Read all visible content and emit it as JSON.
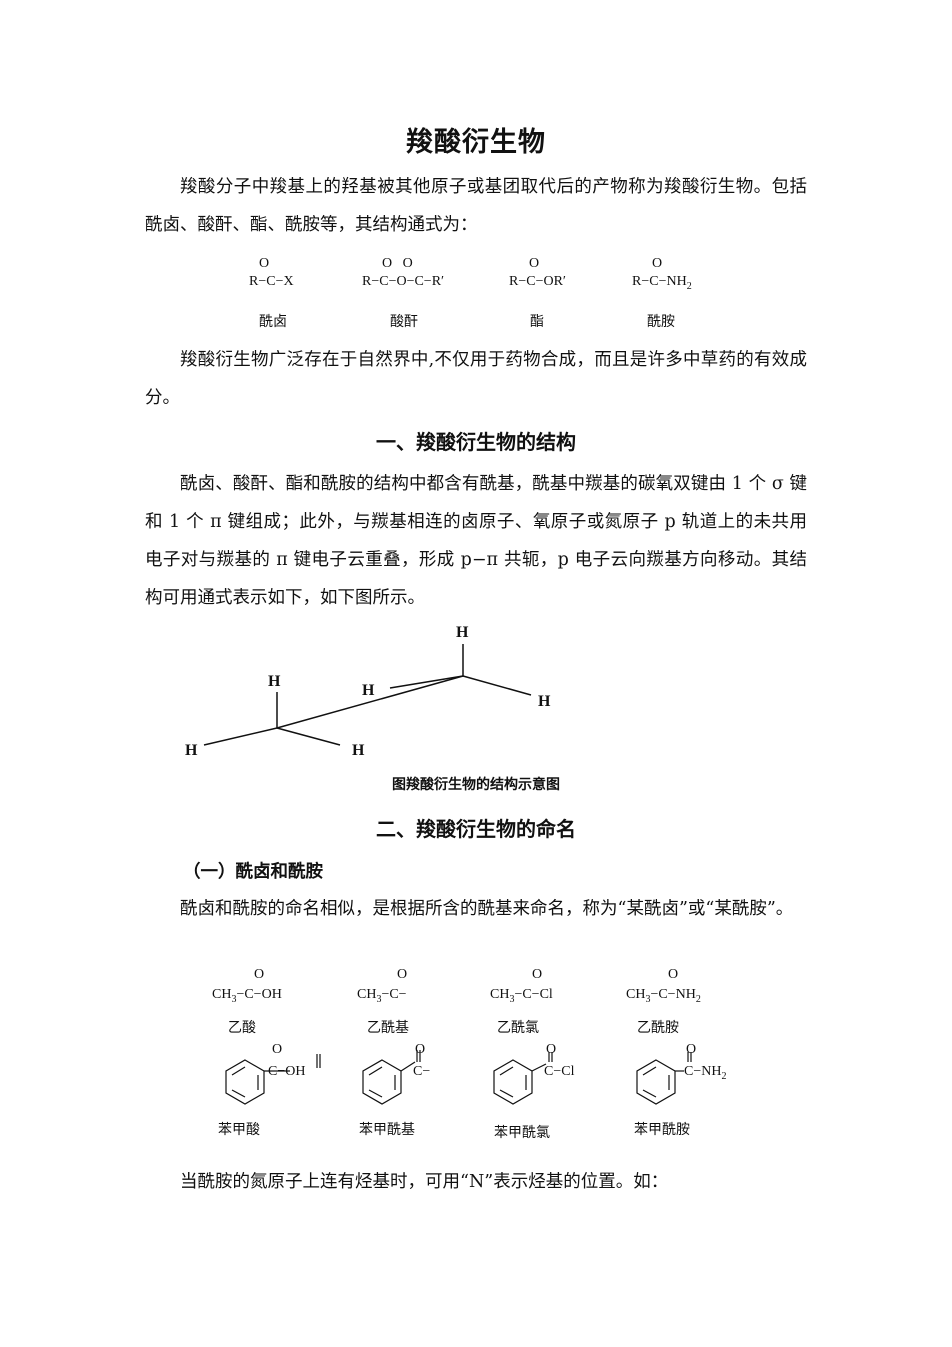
{
  "title": "羧酸衍生物",
  "intro": {
    "p1": "羧酸分子中羧基上的羟基被其他原子或基团取代后的产物称为羧酸衍生物。包括酰卤、酸酐、酯、酰胺等，其结构通式为：",
    "p2": "羧酸衍生物广泛存在于自然界中,不仅用于药物合成，而且是许多中草药的有效成分。"
  },
  "general_formulas": [
    {
      "o": "O",
      "formula": "R−C−X",
      "name": "酰卤"
    },
    {
      "o": "O   O",
      "formula": "R−C−O−C−R′",
      "name": "酸酐"
    },
    {
      "o": "O",
      "formula": "R−C−OR′",
      "name": "酯"
    },
    {
      "o": "O",
      "formula": "R−C−NH",
      "sub": "2",
      "name": "酰胺"
    }
  ],
  "section1": {
    "heading": "一、羧酸衍生物的结构",
    "p": "酰卤、酸酐、酯和酰胺的结构中都含有酰基，酰基中羰基的碳氧双键由 1 个 σ 键和 1 个 π 键组成；此外，与羰基相连的卤原子、氧原子或氮原子 p 轨道上的未共用电子对与羰基的 π 键电子云重叠，形成 p−π 共轭，p 电子云向羰基方向移动。其结构可用通式表示如下，如下图所示。",
    "figure": {
      "atom_label": "H",
      "caption": "图羧酸衍生物的结构示意图"
    }
  },
  "section2": {
    "heading": "二、羧酸衍生物的命名",
    "sub1": {
      "heading": "（一）酰卤和酰胺",
      "p": "酰卤和酰胺的命名相似，是根据所含的酰基来命名，称为“某酰卤”或“某酰胺”。",
      "row1": [
        {
          "o": "O",
          "left": "CH",
          "sub": "3",
          "right": "−C−OH",
          "name": "乙酸"
        },
        {
          "o": "O",
          "left": "CH",
          "sub": "3",
          "right": "−C−",
          "name": "乙酰基"
        },
        {
          "o": "O",
          "left": "CH",
          "sub": "3",
          "right": "−C−Cl",
          "name": "乙酰氯"
        },
        {
          "o": "O",
          "left": "CH",
          "sub": "3",
          "right": "−C−NH",
          "sub2": "2",
          "name": "乙酰胺"
        }
      ],
      "row2": [
        {
          "o": "O",
          "group": "C−OH",
          "name": "苯甲酸"
        },
        {
          "o": "O",
          "group": "C−",
          "name": "苯甲酰基"
        },
        {
          "o": "O",
          "group": "C−Cl",
          "name": "苯甲酰氯"
        },
        {
          "o": "O",
          "group": "C−NH",
          "sub": "2",
          "name": "苯甲酰胺"
        }
      ],
      "p2": "当酰胺的氮原子上连有烃基时，可用“N”表示烃基的位置。如："
    }
  }
}
